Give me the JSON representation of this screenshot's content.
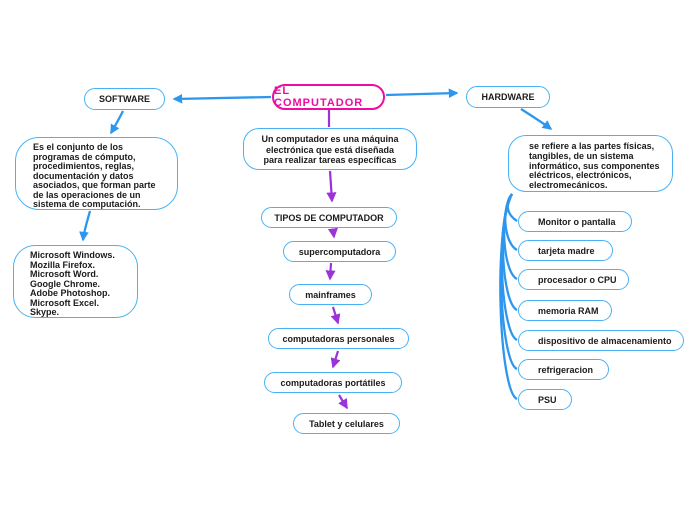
{
  "title": {
    "label": "EL COMPUTADOR"
  },
  "definition": {
    "lines": [
      "Un computador es una máquina",
      "electrónica que está diseñada",
      "para realizar tareas específicas"
    ]
  },
  "software": {
    "label": "SOFTWARE",
    "description_lines": [
      "Es el conjunto de los",
      "programas de cómputo,",
      "procedimientos, reglas,",
      "documentación y datos",
      "asociados, que forman parte",
      "de las operaciones de un",
      "sistema de computación."
    ],
    "examples": [
      "Microsoft Windows.",
      "Mozilla Firefox.",
      "Microsoft Word.",
      "Google Chrome.",
      "Adobe Photoshop.",
      "Microsoft Excel.",
      "Skype."
    ]
  },
  "hardware": {
    "label": "HARDWARE",
    "description_lines": [
      "se refiere a las partes físicas,",
      "tangibles, de un sistema",
      "informático, sus componentes",
      "eléctricos, electrónicos,",
      "electromecánicos."
    ],
    "components": [
      "Monitor o pantalla",
      "tarjeta madre",
      "procesador o CPU",
      "memoria RAM",
      "dispositivo de almacenamiento",
      "refrigeracion",
      "PSU"
    ]
  },
  "types": {
    "label": "TIPOS DE COMPUTADOR",
    "items": [
      "supercomputadora",
      "mainframes",
      "computadoras personales",
      "computadoras portátiles",
      "Tablet y celulares"
    ]
  },
  "colors": {
    "connector_blue": "#2d96ee",
    "node_border_blue": "#48b2f4",
    "connector_purple": "#9c32da",
    "accent_magenta": "#ee0ba6",
    "text": "#1b1b1b"
  }
}
